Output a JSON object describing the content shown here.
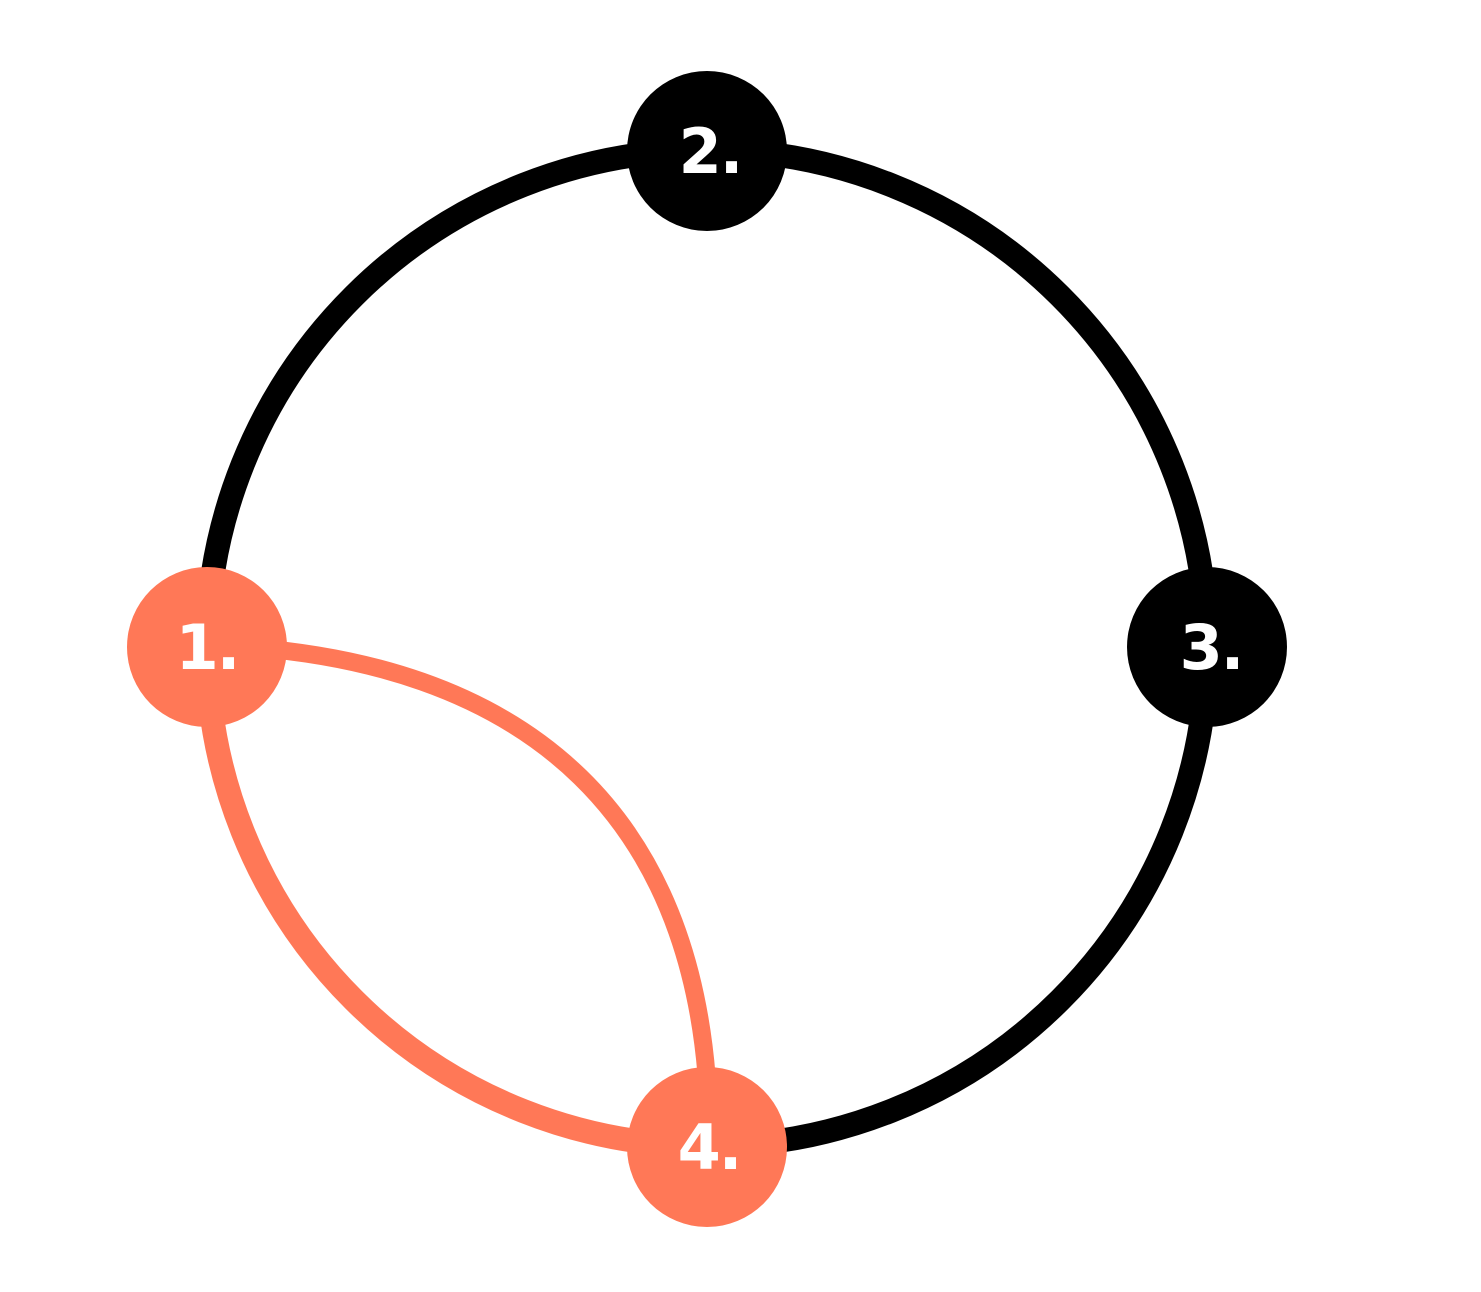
{
  "colors": {
    "background": "#ffffff",
    "ring": "#000000",
    "highlight": "#ff7857",
    "label": "#ffffff"
  },
  "nodes": [
    {
      "id": "1",
      "label": "1.",
      "color": "#ff7857"
    },
    {
      "id": "2",
      "label": "2.",
      "color": "#000000"
    },
    {
      "id": "3",
      "label": "3.",
      "color": "#000000"
    },
    {
      "id": "4",
      "label": "4.",
      "color": "#ff7857"
    }
  ],
  "edges": [
    {
      "from": "1",
      "to": "2",
      "style": "ring-arc",
      "color": "#000000"
    },
    {
      "from": "2",
      "to": "3",
      "style": "ring-arc",
      "color": "#000000"
    },
    {
      "from": "3",
      "to": "4",
      "style": "ring-arc",
      "color": "#000000"
    },
    {
      "from": "4",
      "to": "1",
      "style": "ring-arc",
      "color": "#ff7857"
    },
    {
      "from": "1",
      "to": "4",
      "style": "inner-curve",
      "color": "#ff7857"
    }
  ]
}
